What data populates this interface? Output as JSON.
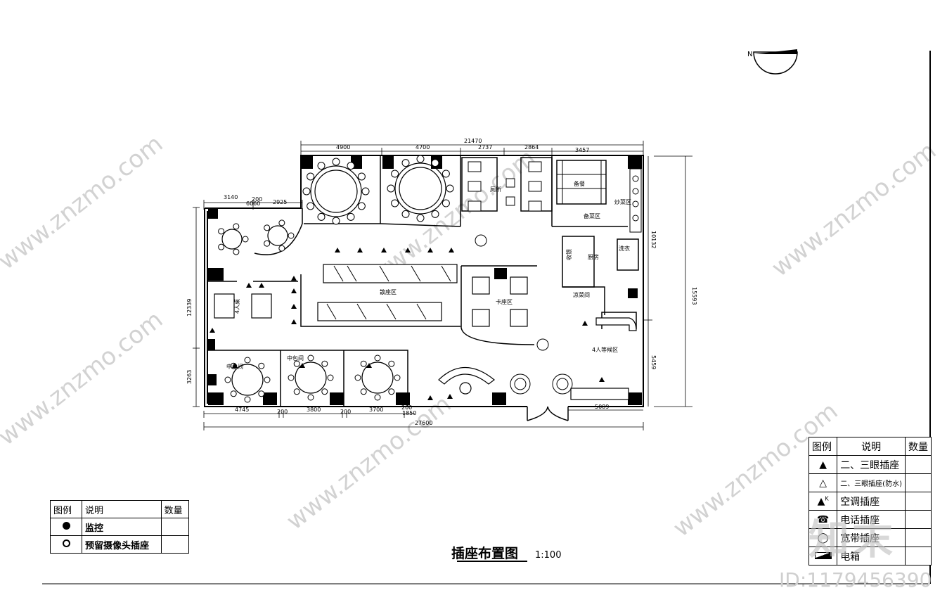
{
  "watermark": "www.znzmo.com",
  "north": "N",
  "dimensions": {
    "top_total": "21470",
    "top_segments": [
      "4900",
      "4700",
      "2737",
      "2864",
      "3457"
    ],
    "left_top": [
      "3140",
      "200",
      "6060",
      "2925"
    ],
    "left_side": "12339",
    "left_small": "3263",
    "right_total": "15593",
    "right_upper": "10132",
    "right_lower": "5459",
    "bottom_segments": [
      "4745",
      "200",
      "3800",
      "200",
      "3700",
      "200",
      "1850"
    ],
    "bottom_right": "5089",
    "bottom_total": "27600"
  },
  "rooms": {
    "restroom": "厕所",
    "storage": "备餐",
    "prep": "备菜区",
    "wok": "炒菜区",
    "wash": "洗衣",
    "kitchen": "厨房",
    "cold": "凉菜间",
    "hall": "散座区",
    "booth": "卡座区",
    "four_seat": "4人桌",
    "private_room": "中包间",
    "cashier": "收银",
    "waiting": "4人等候区"
  },
  "legend_left": {
    "headers": [
      "图例",
      "说明",
      "数量"
    ],
    "rows": [
      {
        "label": "监控",
        "qty": ""
      },
      {
        "label": "预留摄像头插座",
        "qty": ""
      }
    ]
  },
  "legend_right": {
    "headers": [
      "图例",
      "说明",
      "数量"
    ],
    "rows": [
      {
        "label": "二、三眼插座",
        "qty": ""
      },
      {
        "label": "二、三眼插座(防水)",
        "qty": ""
      },
      {
        "label": "空调插座",
        "qty": ""
      },
      {
        "label": "电话插座",
        "qty": ""
      },
      {
        "label": "宽带插座",
        "qty": ""
      },
      {
        "label": "电箱",
        "qty": ""
      }
    ]
  },
  "title": "插座布置图",
  "scale": "1:100",
  "id": "ID:1179456390",
  "brand": "知末"
}
